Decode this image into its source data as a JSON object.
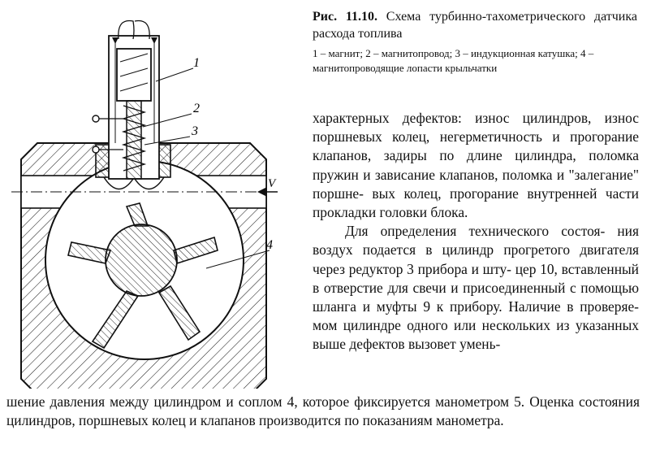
{
  "figure": {
    "labels": {
      "l1": "1",
      "l2": "2",
      "l3": "3",
      "l4": "4",
      "v": "V"
    }
  },
  "caption": {
    "number": "Рис. 11.10.",
    "title": "Схема турбинно-тахометрического датчика расхода топлива",
    "legend": "1 – магнит; 2 – магнитопровод; 3 – индукционная катушка; 4 – магнитопроводящие лопасти крыльчатки"
  },
  "body": {
    "p1_lines": [
      "характерных дефектов: износ цилиндров,",
      "износ поршневых колец, негерметичность",
      "и прогорание клапанов, задиры по длине",
      "цилиндра, поломка пружин и зависание",
      "клапанов, поломка и \"залегание\" поршне-",
      "вых колец, прогорание внутренней части",
      "прокладки головки блока."
    ],
    "p2_lines": [
      "Для определения технического состоя-",
      "ния воздух подается в цилиндр прогретого",
      "двигателя через редуктор 3 прибора и шту-",
      "цер 10, вставленный в отверстие для свечи",
      "и присоединенный с помощью шланга и",
      "муфты 9 к прибору. Наличие в проверяе-",
      "мом цилиндре одного или нескольких из",
      "указанных выше дефектов вызовет умень-"
    ],
    "bottom_lines": [
      "шение давления между цилиндром и соплом 4, которое фиксируется манометром 5.",
      "Оценка состояния цилиндров, поршневых колец и клапанов производится по",
      "показаниям манометра."
    ]
  }
}
